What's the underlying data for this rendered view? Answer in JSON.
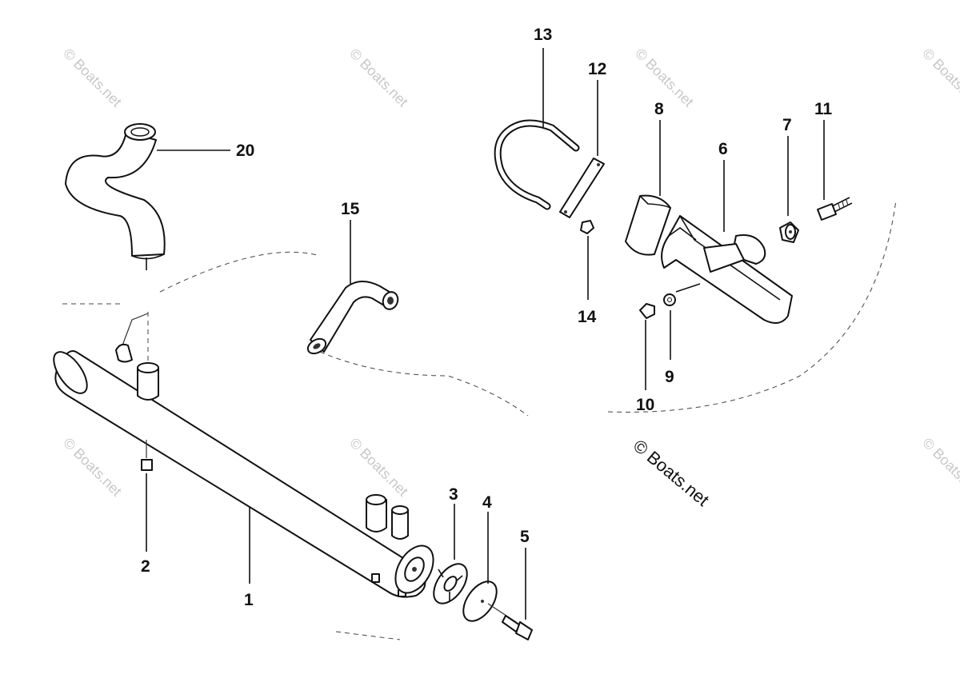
{
  "callouts": {
    "c1": "1",
    "c2": "2",
    "c3": "3",
    "c4": "4",
    "c5": "5",
    "c6": "6",
    "c7": "7",
    "c8": "8",
    "c9": "9",
    "c10": "10",
    "c11": "11",
    "c12": "12",
    "c13": "13",
    "c14": "14",
    "c15": "15",
    "c20": "20"
  },
  "watermark": "© Boats.net",
  "copyright": "© Boats.net",
  "colors": {
    "line": "#111111",
    "background": "#ffffff",
    "watermark": "#c8c8c8"
  }
}
